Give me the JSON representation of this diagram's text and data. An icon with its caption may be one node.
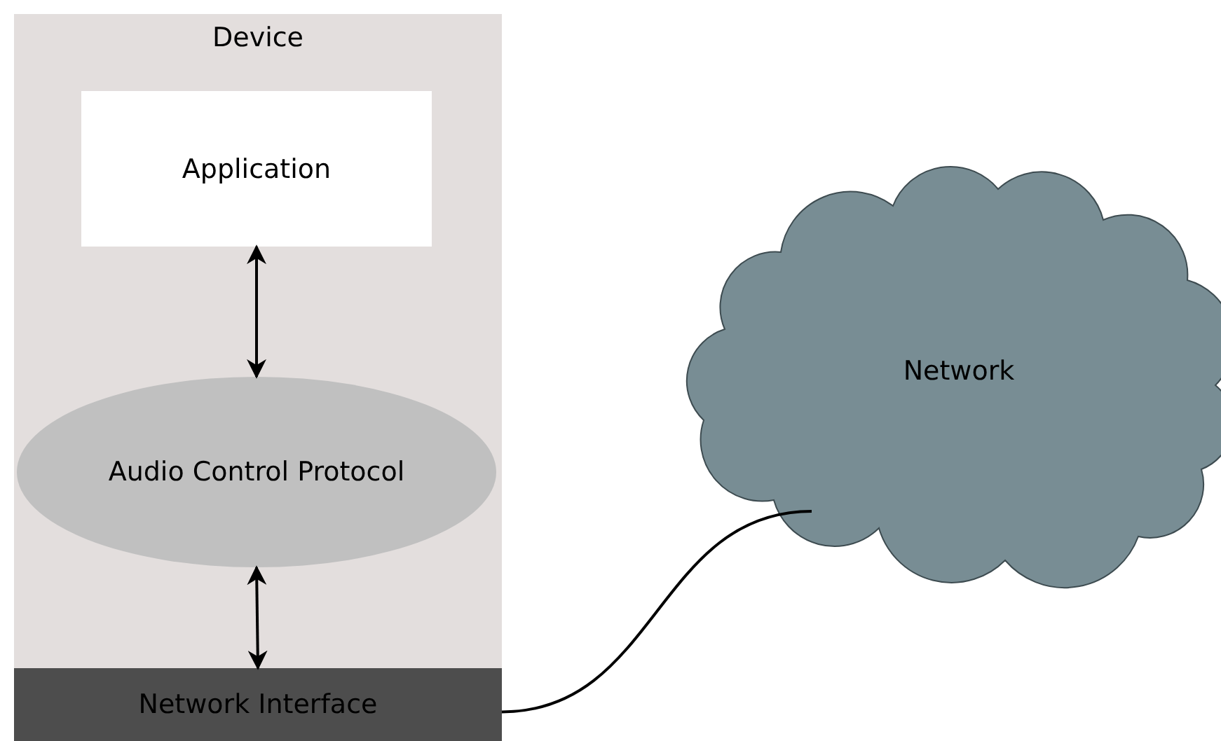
{
  "diagram": {
    "nodes": [
      {
        "text": [
          "Device"
        ]
      },
      {
        "text": [
          "Application"
        ],
        "in": 0
      },
      {
        "text": [
          "Audio Control Protocol"
        ],
        "in": 0
      },
      {
        "text": [
          "Network Interface"
        ],
        "in": 0
      },
      {
        "text": [
          "Network"
        ]
      }
    ],
    "edges": [
      {
        "from": 1,
        "to": 2,
        "arrow": "both"
      },
      {
        "from": 2,
        "to": 3,
        "arrow": "both"
      },
      {
        "from": 3,
        "to": 4,
        "arrow": "none"
      }
    ]
  }
}
